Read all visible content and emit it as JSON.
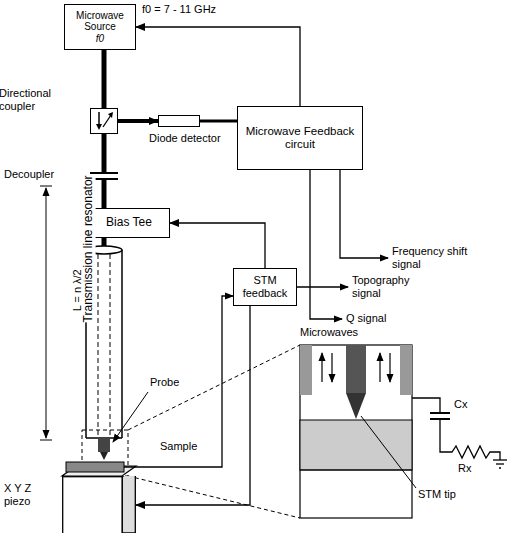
{
  "diagram": {
    "nodes": [
      {
        "text": [
          "Microwave Source",
          "f0"
        ]
      },
      {
        "text": [
          "Microwave Feedback circuit"
        ]
      },
      {
        "text": [
          "Directional coupler"
        ]
      },
      {
        "text": [
          "Diode detector"
        ]
      },
      {
        "text": [
          "Bias Tee"
        ]
      },
      {
        "text": [
          "STM feedback"
        ]
      },
      {
        "text": [
          "X Y Z piezo"
        ]
      }
    ],
    "edges": [
      {
        "from": 0,
        "to": 2,
        "arrow": "none"
      },
      {
        "from": 2,
        "to": 3,
        "arrow": "to"
      },
      {
        "from": 3,
        "to": 1,
        "arrow": "none"
      },
      {
        "from": 1,
        "to": 0,
        "arrow": "to"
      },
      {
        "from": 2,
        "to": 4,
        "arrow": "none"
      },
      {
        "from": 5,
        "to": 4,
        "arrow": "to"
      },
      {
        "from": 5,
        "to": 6,
        "arrow": "to"
      }
    ],
    "labels": [
      "f0 = 7 - 11 GHz",
      "Decoupler",
      "Frequency shift signal",
      "Q signal",
      "Topography signal",
      "Transmission line resonator",
      "L = n λ/2",
      "Microwaves",
      "Cx",
      "Rx",
      "Probe",
      "Sample",
      "STM tip"
    ]
  }
}
